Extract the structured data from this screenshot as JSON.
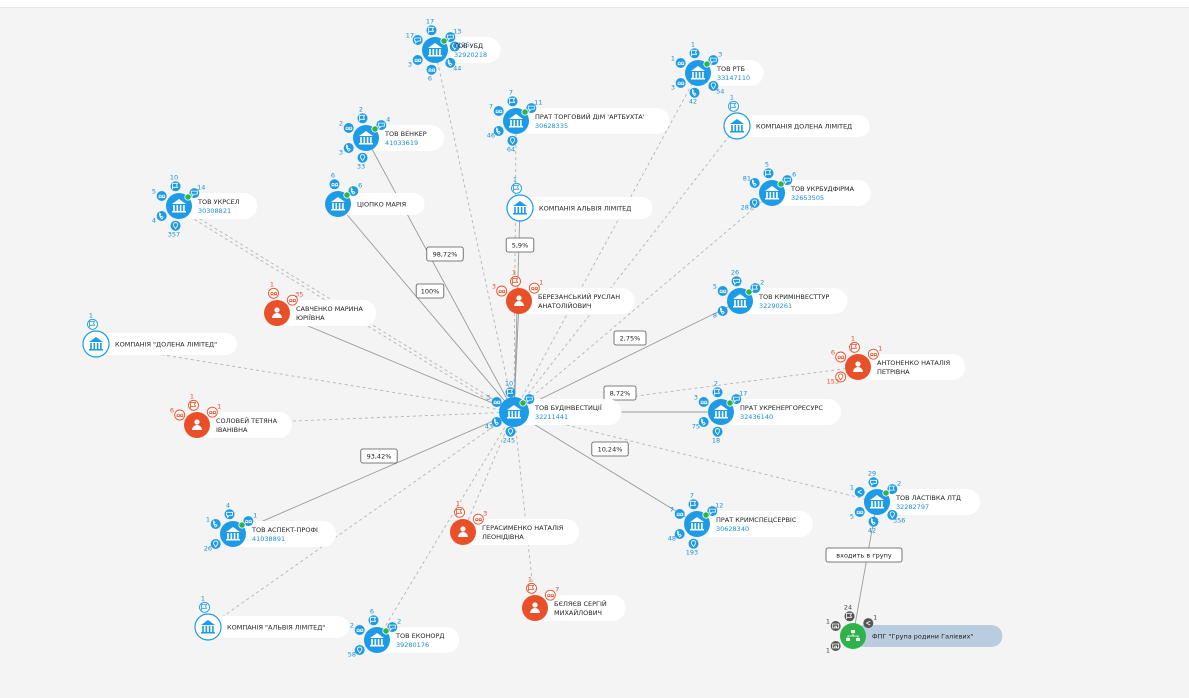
{
  "colors": {
    "company": "#1e9be6",
    "person": "#e9502a",
    "group": "#2db34a",
    "dash": "#b4b4b4",
    "solid": "#9a9a9a"
  },
  "nodes": [
    {
      "id": "center",
      "kind": "company",
      "label": "ТОВ БУДІНВЕСТИЦІЇ",
      "code": "32211441",
      "sats": [
        {
          "c": "10",
          "i": "flag"
        },
        {
          "c": "",
          "i": "chat"
        },
        {
          "c": "5",
          "i": "users"
        },
        {
          "c": "43",
          "i": "phone"
        },
        {
          "c": "245",
          "i": "pin"
        }
      ],
      "main": true
    },
    {
      "id": "ubd",
      "kind": "company",
      "label": "ТОВ УБД",
      "code": "32920218",
      "sats": [
        {
          "c": "17",
          "i": "flag"
        },
        {
          "c": "13",
          "i": "chat"
        },
        {
          "c": "17",
          "i": "chat"
        },
        {
          "c": "3",
          "i": "users"
        },
        {
          "c": "6",
          "i": "users"
        },
        {
          "c": "44",
          "i": "phone"
        },
        {
          "c": "125",
          "i": "pin"
        }
      ]
    },
    {
      "id": "rtb",
      "kind": "company",
      "label": "ТОВ РТБ",
      "code": "33147110",
      "sats": [
        {
          "c": "1",
          "i": "flag"
        },
        {
          "c": "3",
          "i": "chat"
        },
        {
          "c": "1",
          "i": "users"
        },
        {
          "c": "3",
          "i": "users"
        },
        {
          "c": "42",
          "i": "phone"
        },
        {
          "c": "54",
          "i": "pin"
        }
      ]
    },
    {
      "id": "venker",
      "kind": "company",
      "label": "ТОВ ВЕНКЕР",
      "code": "41033619",
      "sats": [
        {
          "c": "2",
          "i": "flag"
        },
        {
          "c": "4",
          "i": "chat"
        },
        {
          "c": "2",
          "i": "users"
        },
        {
          "c": "3",
          "i": "phone"
        },
        {
          "c": "33",
          "i": "pin"
        }
      ]
    },
    {
      "id": "artbukhta",
      "kind": "company",
      "label": "ПРАТ ТОРГОВИЙ ДІМ 'АРТБУХТА'",
      "code": "30628335",
      "sats": [
        {
          "c": "7",
          "i": "flag"
        },
        {
          "c": "11",
          "i": "chat"
        },
        {
          "c": "7",
          "i": "users"
        },
        {
          "c": "46",
          "i": "phone"
        },
        {
          "c": "64",
          "i": "pin"
        }
      ]
    },
    {
      "id": "dolena",
      "kind": "company",
      "label": "КОМПАНІЯ ДОЛЕНА ЛІМІТЕД",
      "code": "",
      "sats": [
        {
          "c": "1",
          "i": "flag"
        }
      ],
      "outline": true
    },
    {
      "id": "ukrsel",
      "kind": "company",
      "label": "ТОВ УКРСЕЛ",
      "code": "30308821",
      "sats": [
        {
          "c": "10",
          "i": "flag"
        },
        {
          "c": "14",
          "i": "chat"
        },
        {
          "c": "5",
          "i": "users"
        },
        {
          "c": "4",
          "i": "phone"
        },
        {
          "c": "357",
          "i": "pin"
        }
      ]
    },
    {
      "id": "tsiopko",
      "kind": "company",
      "label": "ЦІОПКО МАРІЯ",
      "code": "",
      "sats": [
        {
          "c": "6",
          "i": "users"
        },
        {
          "c": "6",
          "i": "phone"
        }
      ]
    },
    {
      "id": "ukrbud",
      "kind": "company",
      "label": "ТОВ УКРБУДФІРМА",
      "code": "32653505",
      "sats": [
        {
          "c": "5",
          "i": "flag"
        },
        {
          "c": "6",
          "i": "chat"
        },
        {
          "c": "81",
          "i": "phone"
        },
        {
          "c": "287",
          "i": "pin"
        }
      ]
    },
    {
      "id": "alvia1",
      "kind": "company",
      "label": "КОМПАНІЯ АЛЬВІЯ ЛІМІТЕД",
      "code": "",
      "sats": [
        {
          "c": "1",
          "i": "flag"
        }
      ],
      "outline": true
    },
    {
      "id": "berez",
      "kind": "person",
      "label": "БЕРЕЗАНСЬКИЙ РУСЛАН АНАТОЛІЙОВИЧ",
      "code": "",
      "sats": [
        {
          "c": "1",
          "i": "flag"
        },
        {
          "c": "1",
          "i": "users"
        },
        {
          "c": "3",
          "i": "users"
        }
      ]
    },
    {
      "id": "savch",
      "kind": "person",
      "label": "САВЧЕНКО МАРИНА ЮРІЇВНА",
      "code": "",
      "sats": [
        {
          "c": "1",
          "i": "users"
        },
        {
          "c": "35",
          "i": "users"
        }
      ]
    },
    {
      "id": "krym",
      "kind": "company",
      "label": "ТОВ КРИМІНВЕСТТУР",
      "code": "32290261",
      "sats": [
        {
          "c": "26",
          "i": "chat"
        },
        {
          "c": "2",
          "i": "flag"
        },
        {
          "c": "5",
          "i": "users"
        },
        {
          "c": "8",
          "i": "phone"
        }
      ]
    },
    {
      "id": "dolena2",
      "kind": "company",
      "label": "КОМПАНІЯ \"ДОЛЕНА ЛІМІТЕД\"",
      "code": "",
      "sats": [
        {
          "c": "1",
          "i": "flag"
        }
      ],
      "outline": true
    },
    {
      "id": "anton",
      "kind": "person",
      "label": "АНТОНЕНКО НАТАЛІЯ ПЕТРІВНА",
      "code": "",
      "sats": [
        {
          "c": "1",
          "i": "flag"
        },
        {
          "c": "1",
          "i": "users"
        },
        {
          "c": "6",
          "i": "users"
        },
        {
          "c": "153",
          "i": "pin"
        }
      ]
    },
    {
      "id": "solov",
      "kind": "person",
      "label": "СОЛОВЕЙ ТЕТЯНА ІВАНІВНА",
      "code": "",
      "sats": [
        {
          "c": "1",
          "i": "flag"
        },
        {
          "c": "1",
          "i": "users"
        },
        {
          "c": "6",
          "i": "users"
        }
      ]
    },
    {
      "id": "ukrenergo",
      "kind": "company",
      "label": "ПРАТ УКРЕНЕРГОРЕСУРС",
      "code": "32436140",
      "sats": [
        {
          "c": "2",
          "i": "flag"
        },
        {
          "c": "17",
          "i": "chat"
        },
        {
          "c": "3",
          "i": "users"
        },
        {
          "c": "75",
          "i": "phone"
        },
        {
          "c": "18",
          "i": "pin"
        }
      ]
    },
    {
      "id": "lastivka",
      "kind": "company",
      "label": "ТОВ ЛАСТІВКА ЛТД",
      "code": "32282797",
      "sats": [
        {
          "c": "29",
          "i": "chat"
        },
        {
          "c": "2",
          "i": "flag"
        },
        {
          "c": "1",
          "i": "share"
        },
        {
          "c": "5",
          "i": "users"
        },
        {
          "c": "42",
          "i": "phone"
        },
        {
          "c": "356",
          "i": "pin"
        }
      ]
    },
    {
      "id": "aspekt",
      "kind": "company",
      "label": "ТОВ АСПЕКТ-ПРОФІ",
      "code": "41038891",
      "sats": [
        {
          "c": "4",
          "i": "chat"
        },
        {
          "c": "1",
          "i": "users"
        },
        {
          "c": "1",
          "i": "phone"
        },
        {
          "c": "26",
          "i": "pin"
        }
      ]
    },
    {
      "id": "geras",
      "kind": "person",
      "label": "ГЕРАСИМЕНКО НАТАЛІЯ ЛЕОНІДІВНА",
      "code": "",
      "sats": [
        {
          "c": "1",
          "i": "flag"
        },
        {
          "c": "3",
          "i": "users"
        }
      ]
    },
    {
      "id": "krymspets",
      "kind": "company",
      "label": "ПРАТ КРИМСПЕЦСЕРВІС",
      "code": "30628340",
      "sats": [
        {
          "c": "7",
          "i": "flag"
        },
        {
          "c": "12",
          "i": "chat"
        },
        {
          "c": "7",
          "i": "users"
        },
        {
          "c": "48",
          "i": "phone"
        },
        {
          "c": "193",
          "i": "pin"
        }
      ]
    },
    {
      "id": "belyaev",
      "kind": "person",
      "label": "БЄЛЯЄВ СЕРГІЙ МИХАЙЛОВИЧ",
      "code": "",
      "sats": [
        {
          "c": "1",
          "i": "flag"
        },
        {
          "c": "7",
          "i": "users"
        }
      ]
    },
    {
      "id": "alvia2",
      "kind": "company",
      "label": "КОМПАНІЯ \"АЛЬВІЯ ЛІМІТЕД\"",
      "code": "",
      "sats": [
        {
          "c": "1",
          "i": "flag"
        }
      ],
      "outline": true
    },
    {
      "id": "ekonord",
      "kind": "company",
      "label": "ТОВ ЕКОНОРД",
      "code": "39280176",
      "sats": [
        {
          "c": "6",
          "i": "flag"
        },
        {
          "c": "2",
          "i": "chat"
        },
        {
          "c": "2",
          "i": "users"
        },
        {
          "c": "58",
          "i": "pin"
        }
      ]
    },
    {
      "id": "fpg",
      "kind": "group",
      "label": "ФПГ \"Група родини Галієвих\"",
      "code": "",
      "sats": [
        {
          "c": "24",
          "i": "flag"
        },
        {
          "c": "1",
          "i": "share"
        },
        {
          "c": "1",
          "i": "cam"
        },
        {
          "c": "1",
          "i": "cam"
        }
      ]
    }
  ],
  "edges": [
    {
      "from": "ubd",
      "to": "center",
      "style": "dash"
    },
    {
      "from": "rtb",
      "to": "center",
      "style": "dash"
    },
    {
      "from": "venker",
      "to": "center",
      "style": "solid",
      "label": "98,72%"
    },
    {
      "from": "artbukhta",
      "to": "center",
      "style": "dash"
    },
    {
      "from": "dolena",
      "to": "center",
      "style": "dash"
    },
    {
      "from": "ukrsel",
      "to": "center",
      "style": "dash"
    },
    {
      "from": "ukrsel",
      "to": "center",
      "style": "dash2"
    },
    {
      "from": "tsiopko",
      "to": "center",
      "style": "solid",
      "label": "100%"
    },
    {
      "from": "ukrbud",
      "to": "center",
      "style": "dash"
    },
    {
      "from": "alvia1",
      "to": "center",
      "style": "solid",
      "label": "5,9%"
    },
    {
      "from": "berez",
      "to": "center",
      "style": "solid"
    },
    {
      "from": "savch",
      "to": "center",
      "style": "solid"
    },
    {
      "from": "krym",
      "to": "center",
      "style": "solid",
      "label": "2,75%"
    },
    {
      "from": "dolena2",
      "to": "center",
      "style": "dash"
    },
    {
      "from": "anton",
      "to": "center",
      "style": "dash"
    },
    {
      "from": "solov",
      "to": "center",
      "style": "dash"
    },
    {
      "from": "center",
      "to": "ukrenergo",
      "style": "solid",
      "label": "8,72%"
    },
    {
      "from": "center",
      "to": "lastivka",
      "style": "dash"
    },
    {
      "from": "center",
      "to": "aspekt",
      "style": "solid",
      "label": "93,42%"
    },
    {
      "from": "center",
      "to": "geras",
      "style": "dash"
    },
    {
      "from": "center",
      "to": "krymspets",
      "style": "solid",
      "label": "10,24%"
    },
    {
      "from": "center",
      "to": "belyaev",
      "style": "dash"
    },
    {
      "from": "center",
      "to": "alvia2",
      "style": "dash"
    },
    {
      "from": "center",
      "to": "ekonord",
      "style": "dash"
    },
    {
      "from": "lastivka",
      "to": "fpg",
      "style": "solid",
      "label": "входить в групу"
    }
  ]
}
